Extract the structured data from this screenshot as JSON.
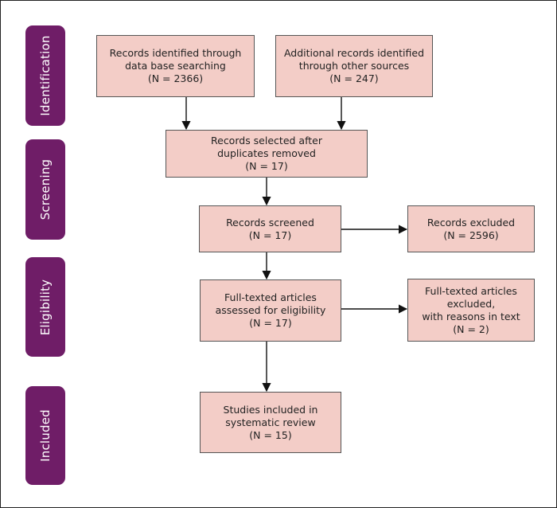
{
  "stages": {
    "identification": "Identification",
    "screening": "Screening",
    "eligibility": "Eligibility",
    "included": "Included"
  },
  "boxes": {
    "database_records": {
      "line1": "Records identified through",
      "line2": "data base searching",
      "count": "(N = 2366)"
    },
    "other_records": {
      "line1": "Additional records identified",
      "line2": "through other sources",
      "count": "(N = 247)"
    },
    "after_duplicates": {
      "line1": "Records selected after",
      "line2": "duplicates removed",
      "count": "(N = 17)"
    },
    "screened": {
      "line1": "Records screened",
      "count": "(N = 17)"
    },
    "excluded": {
      "line1": "Records excluded",
      "count": "(N = 2596)"
    },
    "fulltext_assessed": {
      "line1": "Full-texted articles",
      "line2": "assessed for eligibility",
      "count": "(N = 17)"
    },
    "fulltext_excluded": {
      "line1": "Full-texted articles",
      "line2": "excluded,",
      "line3": "with reasons in text",
      "count": "(N = 2)"
    },
    "included_studies": {
      "line1": "Studies included in",
      "line2": "systematic review",
      "count": "(N = 15)"
    }
  },
  "colors": {
    "stage_fill": "#6f1d67",
    "box_fill": "#f3cdc7",
    "box_border": "#555555",
    "arrow": "#111111"
  }
}
